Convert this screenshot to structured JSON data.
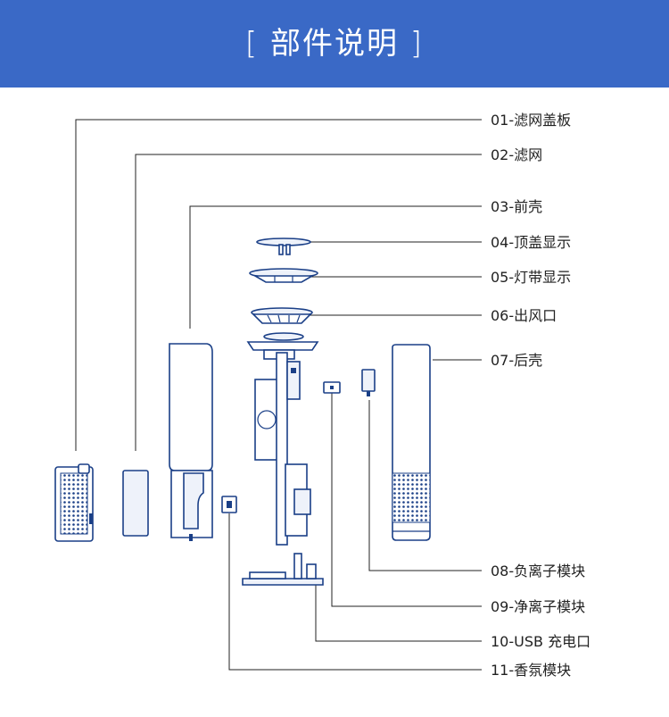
{
  "header": {
    "title": "[ 部件说明 ]",
    "background_color": "#3a69c6"
  },
  "parts": [
    {
      "label": "01-滤网盖板",
      "icon": "filter-cover"
    },
    {
      "label": "02-滤网",
      "icon": "filter"
    },
    {
      "label": "03-前壳",
      "icon": "front-shell"
    },
    {
      "label": "04-顶盖显示",
      "icon": "top-cover-display"
    },
    {
      "label": "05-灯带显示",
      "icon": "light-strip-display"
    },
    {
      "label": "06-出风口",
      "icon": "air-outlet"
    },
    {
      "label": "07-后壳",
      "icon": "rear-shell"
    },
    {
      "label": "08-负离子模块",
      "icon": "negative-ion-module"
    },
    {
      "label": "09-净离子模块",
      "icon": "purifying-ion-module"
    },
    {
      "label": "10-USB 充电口",
      "icon": "usb-charging-port"
    },
    {
      "label": "11-香氛模块",
      "icon": "fragrance-module"
    }
  ],
  "colors": {
    "line": "#222222",
    "part_stroke": "#1a3f87"
  }
}
